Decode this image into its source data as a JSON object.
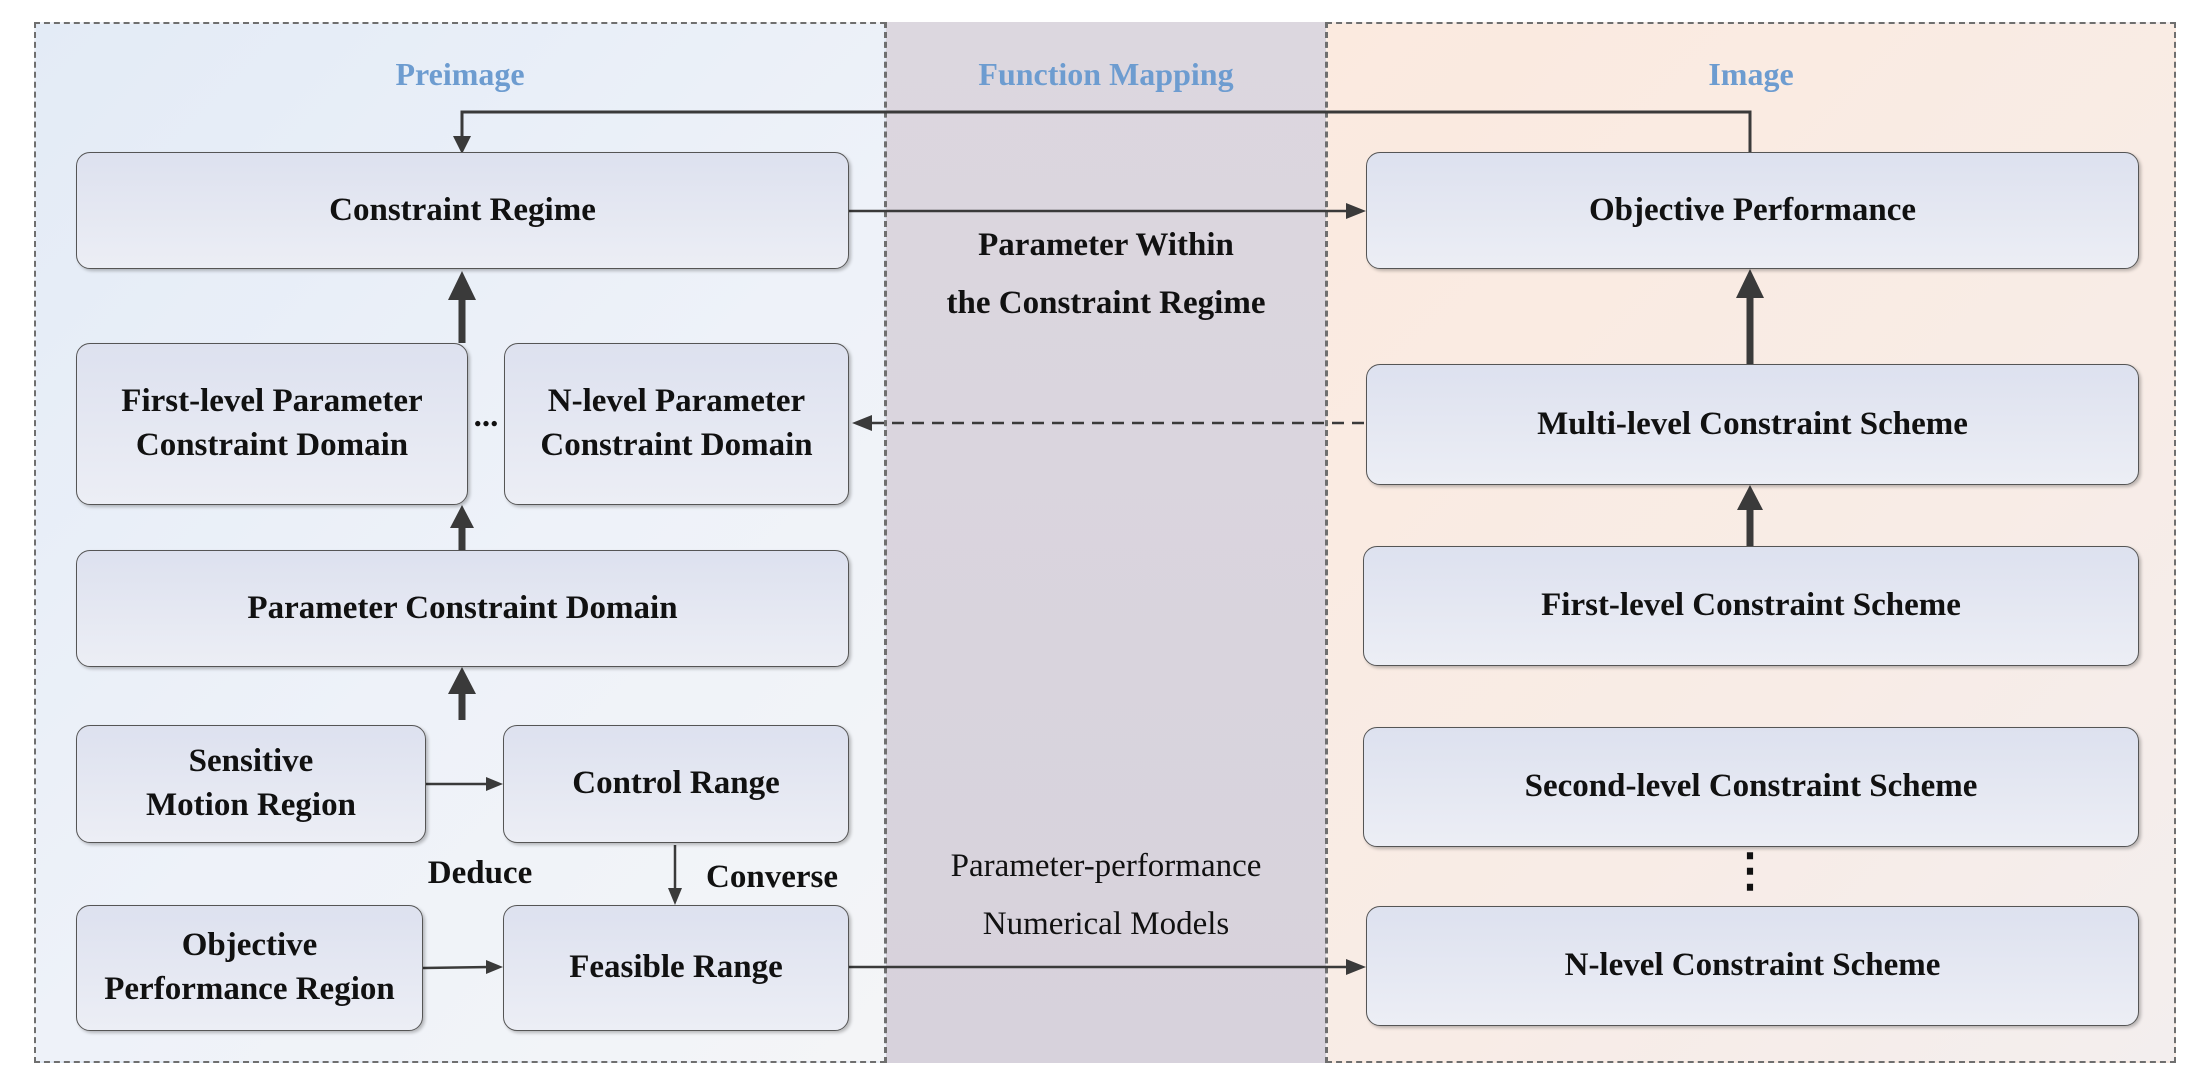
{
  "sections": {
    "preimage": "Preimage",
    "function_mapping": "Function Mapping",
    "image": "Image"
  },
  "left": {
    "constraint_regime": "Constraint Regime",
    "first_level_domain": "First-level Parameter Constraint Domain",
    "ellipsis": "...",
    "n_level_domain": "N-level Parameter Constraint Domain",
    "parameter_constraint_domain": "Parameter Constraint Domain",
    "sensitive_motion_region": "Sensitive Motion Region",
    "control_range": "Control Range",
    "deduce_label": "Deduce",
    "converse_label": "Converse",
    "objective_performance_region": "Objective Performance Region",
    "feasible_range": "Feasible Range"
  },
  "middle": {
    "param_within_line1": "Parameter Within",
    "param_within_line2": "the Constraint Regime",
    "numerical_line1": "Parameter-performance",
    "numerical_line2": "Numerical Models"
  },
  "right": {
    "objective_performance": "Objective Performance",
    "multi_level_scheme": "Multi-level Constraint Scheme",
    "first_level_scheme": "First-level Constraint Scheme",
    "second_level_scheme": "Second-level Constraint Scheme",
    "vertical_ellipsis": "⋮",
    "n_level_scheme": "N-level Constraint Scheme"
  },
  "colors": {
    "section_title": "#6d9cd0",
    "arrow": "#3a3a3a",
    "box_border": "#555555"
  }
}
